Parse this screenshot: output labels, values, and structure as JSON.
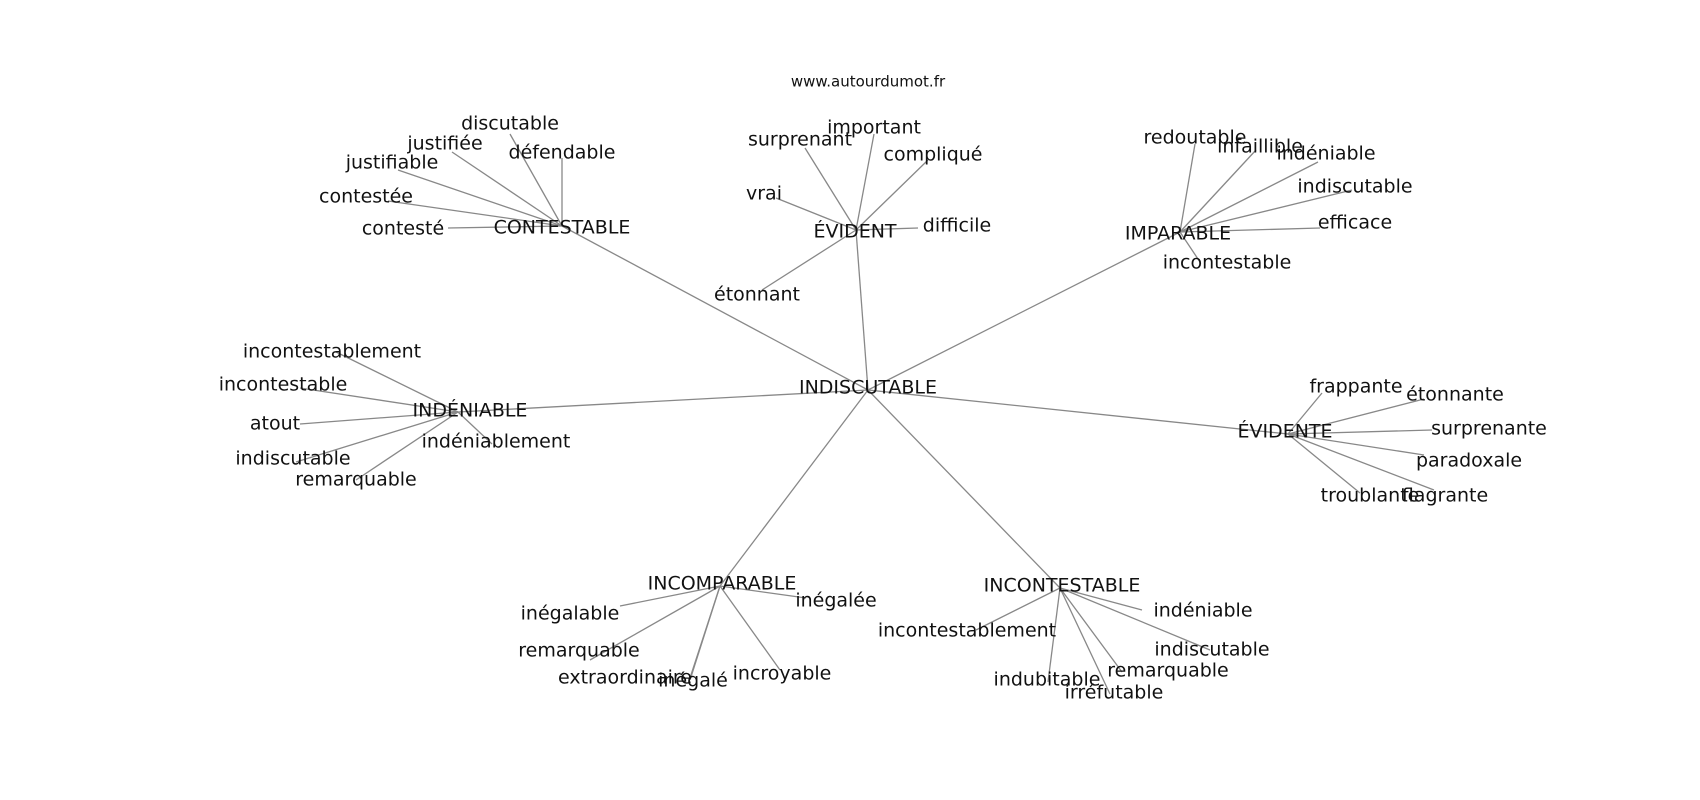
{
  "source": "www.autourdumot.fr",
  "center": "INDISCUTABLE",
  "groups": [
    {
      "hub": "CONTESTABLE",
      "words": [
        "discutable",
        "justifiée",
        "justifiable",
        "défendable",
        "contestée",
        "contesté"
      ]
    },
    {
      "hub": "ÉVIDENT",
      "words": [
        "important",
        "surprenant",
        "compliqué",
        "vrai",
        "difficile",
        "étonnant"
      ]
    },
    {
      "hub": "IMPARABLE",
      "words": [
        "redoutable",
        "infaillible",
        "indéniable",
        "indiscutable",
        "efficace",
        "incontestable"
      ]
    },
    {
      "hub": "INDÉNIABLE",
      "words": [
        "incontestablement",
        "incontestable",
        "atout",
        "indiscutable",
        "remarquable",
        "indéniablement"
      ]
    },
    {
      "hub": "ÉVIDENTE",
      "words": [
        "frappante",
        "étonnante",
        "surprenante",
        "paradoxale",
        "troublante",
        "flagrante"
      ]
    },
    {
      "hub": "INCOMPARABLE",
      "words": [
        "inégalable",
        "inégalée",
        "remarquable",
        "extraordinaire",
        "inégalé",
        "incroyable"
      ]
    },
    {
      "hub": "INCONTESTABLE",
      "words": [
        "indéniable",
        "incontestablement",
        "indiscutable",
        "remarquable",
        "indubitable",
        "irréfutable"
      ]
    }
  ]
}
